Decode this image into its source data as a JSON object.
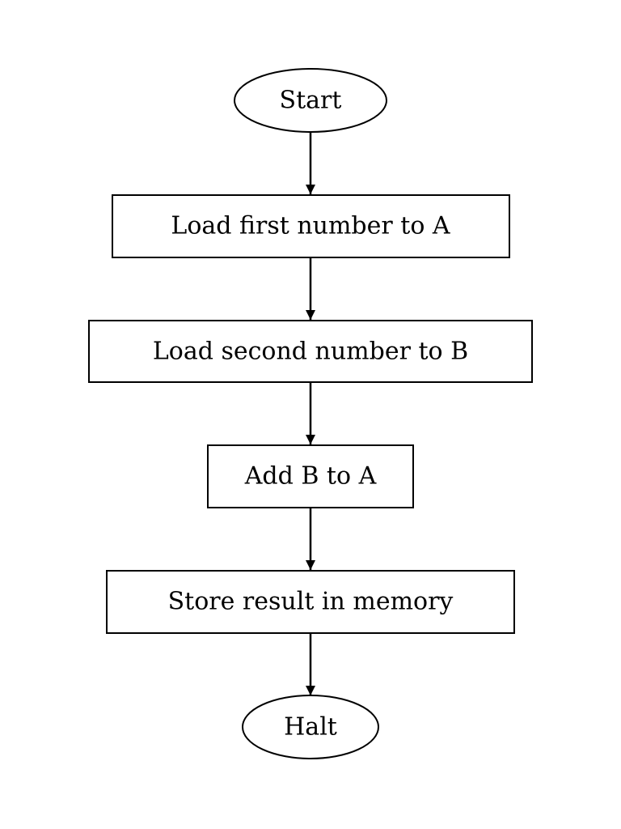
{
  "nodes": [
    {
      "shape": "ellipse",
      "label": "Start"
    },
    {
      "shape": "box",
      "label": "Load first number to A"
    },
    {
      "shape": "box",
      "label": "Load second number to B"
    },
    {
      "shape": "box",
      "label": "Add B to A"
    },
    {
      "shape": "box",
      "label": "Store result in memory"
    },
    {
      "shape": "ellipse",
      "label": "Halt"
    }
  ],
  "edges": [
    {
      "from": "Start",
      "to": "Load first number to A"
    },
    {
      "from": "Load first number to A",
      "to": "Load second number to B"
    },
    {
      "from": "Load second number to B",
      "to": "Add B to A"
    },
    {
      "from": "Add B to A",
      "to": "Store result in memory"
    },
    {
      "from": "Store result in memory",
      "to": "Halt"
    }
  ],
  "colors": {
    "stroke": "#000000",
    "fill": "#ffffff",
    "text": "#000000"
  }
}
